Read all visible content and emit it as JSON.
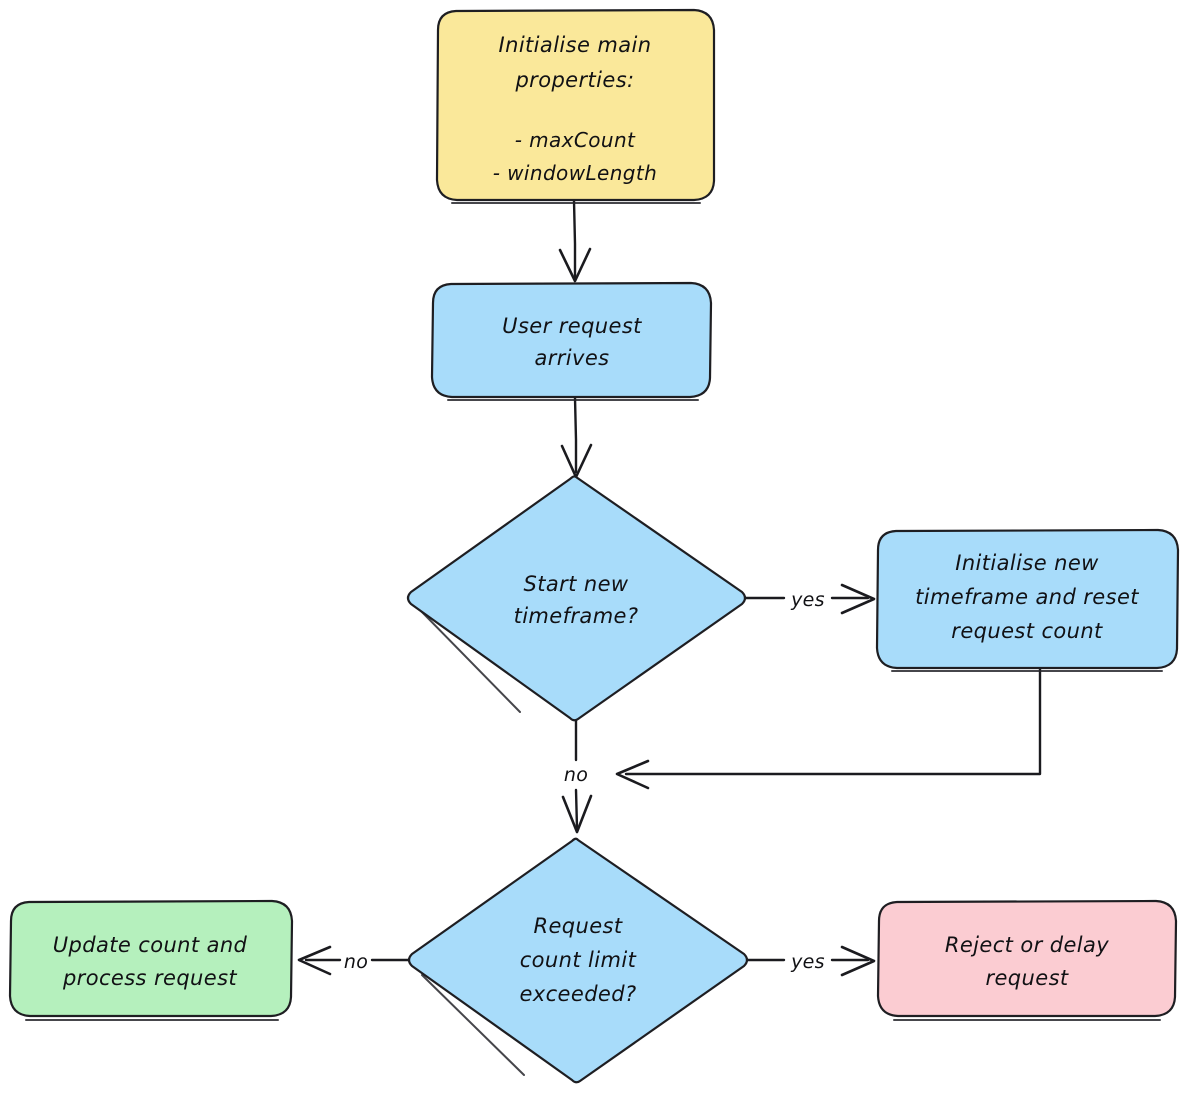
{
  "diagram": {
    "title": "Rate limiter request handling flowchart",
    "style": "hand-drawn-sketch",
    "background_color": "#ffffff",
    "stroke_color": "#1e1e22",
    "palette": {
      "yellow_fill": "#fae89a",
      "blue_fill": "#a8dcfa",
      "green_fill": "#b5f0bd",
      "pink_fill": "#fbccd2"
    }
  },
  "nodes": [
    {
      "id": "init-properties",
      "shape": "rounded-rectangle",
      "fill": "#fae89a",
      "lines": [
        "Initialise main",
        "properties:",
        "",
        "- maxCount",
        "- windowLength"
      ]
    },
    {
      "id": "user-request-arrives",
      "shape": "rounded-rectangle",
      "fill": "#a8dcfa",
      "lines": [
        "User request",
        "arrives"
      ]
    },
    {
      "id": "start-new-timeframe",
      "shape": "diamond",
      "fill": "#a8dcfa",
      "lines": [
        "Start new",
        "timeframe?"
      ]
    },
    {
      "id": "init-new-timeframe",
      "shape": "rounded-rectangle",
      "fill": "#a8dcfa",
      "lines": [
        "Initialise new",
        "timeframe and reset",
        "request count"
      ]
    },
    {
      "id": "request-count-limit-exceeded",
      "shape": "diamond",
      "fill": "#a8dcfa",
      "lines": [
        "Request",
        "count limit",
        "exceeded?"
      ]
    },
    {
      "id": "update-count-process",
      "shape": "rounded-rectangle",
      "fill": "#b5f0bd",
      "lines": [
        "Update count and",
        "process request"
      ]
    },
    {
      "id": "reject-or-delay",
      "shape": "rounded-rectangle",
      "fill": "#fbccd2",
      "lines": [
        "Reject or delay",
        "request"
      ]
    }
  ],
  "edges": [
    {
      "id": "e1",
      "from": "init-properties",
      "to": "user-request-arrives",
      "label": ""
    },
    {
      "id": "e2",
      "from": "user-request-arrives",
      "to": "start-new-timeframe",
      "label": ""
    },
    {
      "id": "e3",
      "from": "start-new-timeframe",
      "to": "init-new-timeframe",
      "label": "yes"
    },
    {
      "id": "e4",
      "from": "start-new-timeframe",
      "to": "request-count-limit-exceeded",
      "label": "no"
    },
    {
      "id": "e5",
      "from": "init-new-timeframe",
      "to": "request-count-limit-exceeded",
      "label": ""
    },
    {
      "id": "e6",
      "from": "request-count-limit-exceeded",
      "to": "update-count-process",
      "label": "no"
    },
    {
      "id": "e7",
      "from": "request-count-limit-exceeded",
      "to": "reject-or-delay",
      "label": "yes"
    }
  ],
  "text": {
    "n0_l0": "Initialise main",
    "n0_l1": "properties:",
    "n0_l2": "- maxCount",
    "n0_l3": "- windowLength",
    "n1_l0": "User request",
    "n1_l1": "arrives",
    "n2_l0": "Start new",
    "n2_l1": "timeframe?",
    "n3_l0": "Initialise new",
    "n3_l1": "timeframe and reset",
    "n3_l2": "request count",
    "n4_l0": "Request",
    "n4_l1": "count limit",
    "n4_l2": "exceeded?",
    "n5_l0": "Update count and",
    "n5_l1": "process request",
    "n6_l0": "Reject or delay",
    "n6_l1": "request",
    "lbl_yes_top": "yes",
    "lbl_no_mid": "no",
    "lbl_no_bottom": "no",
    "lbl_yes_bottom": "yes"
  }
}
